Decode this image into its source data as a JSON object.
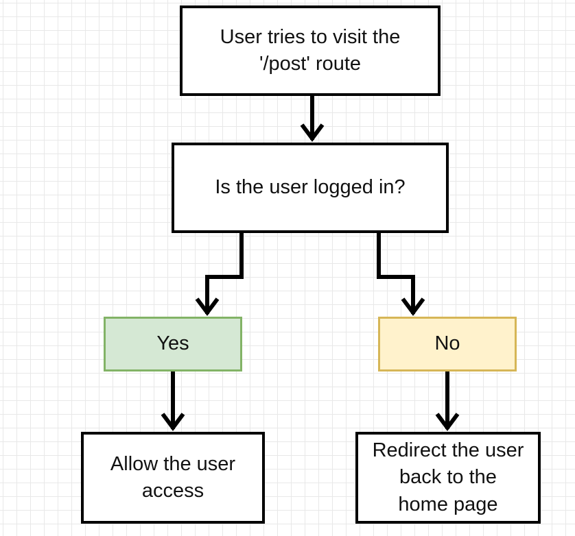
{
  "nodes": {
    "start": {
      "lines": [
        "User tries to visit the",
        "'/post' route"
      ]
    },
    "check": {
      "lines": [
        "Is the user logged in?"
      ]
    },
    "yes": {
      "lines": [
        "Yes"
      ],
      "fill": "#d5e8d4",
      "stroke": "#82b366"
    },
    "no": {
      "lines": [
        "No"
      ],
      "fill": "#fff2cc",
      "stroke": "#d6b656"
    },
    "allow": {
      "lines": [
        "Allow the user",
        "access"
      ]
    },
    "redirect": {
      "lines": [
        "Redirect the user",
        "back to the",
        "home page"
      ]
    }
  },
  "edges": [
    {
      "from": "start",
      "to": "check"
    },
    {
      "from": "check",
      "to": "yes"
    },
    {
      "from": "check",
      "to": "no"
    },
    {
      "from": "yes",
      "to": "allow"
    },
    {
      "from": "no",
      "to": "redirect"
    }
  ],
  "colors": {
    "line": "#000000",
    "grid": "#e8e8e8"
  }
}
